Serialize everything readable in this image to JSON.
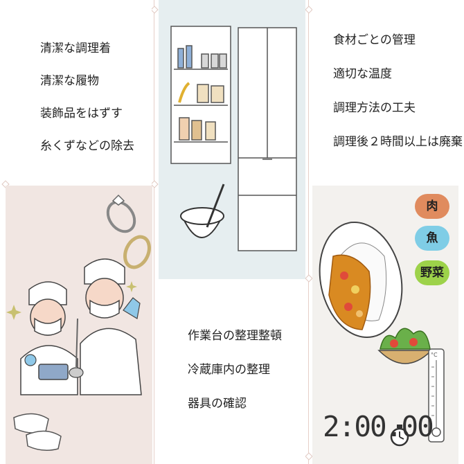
{
  "hygiene": {
    "items": [
      "清潔な調理着",
      "清潔な履物",
      "装飾品をはずす",
      "糸くずなどの除去"
    ]
  },
  "environment": {
    "items": [
      "作業台の整理整頓",
      "冷蔵庫内の整理",
      "器具の確認"
    ]
  },
  "food": {
    "items": [
      "食材ごとの管理",
      "適切な温度",
      "調理方法の工夫",
      "調理後２時間以上は廃棄"
    ],
    "badges": {
      "meat": "肉",
      "fish": "魚",
      "veg": "野菜"
    },
    "timer": "2:00.00",
    "thermometer_unit": "°C"
  },
  "colors": {
    "meat_badge": "#e08b5e",
    "fish_badge": "#7fcde6",
    "veg_badge": "#9dd24a",
    "hygiene_bg": "#f1e6e2",
    "environment_bg": "#e6eef0"
  },
  "icons": [
    "ring-icon",
    "sparkle-icon",
    "chef-icon",
    "shoes-icon",
    "shelf-icon",
    "refrigerator-icon",
    "mixing-bowl-icon",
    "curry-plate-icon",
    "salad-icon",
    "stopwatch-icon",
    "thermometer-icon"
  ]
}
